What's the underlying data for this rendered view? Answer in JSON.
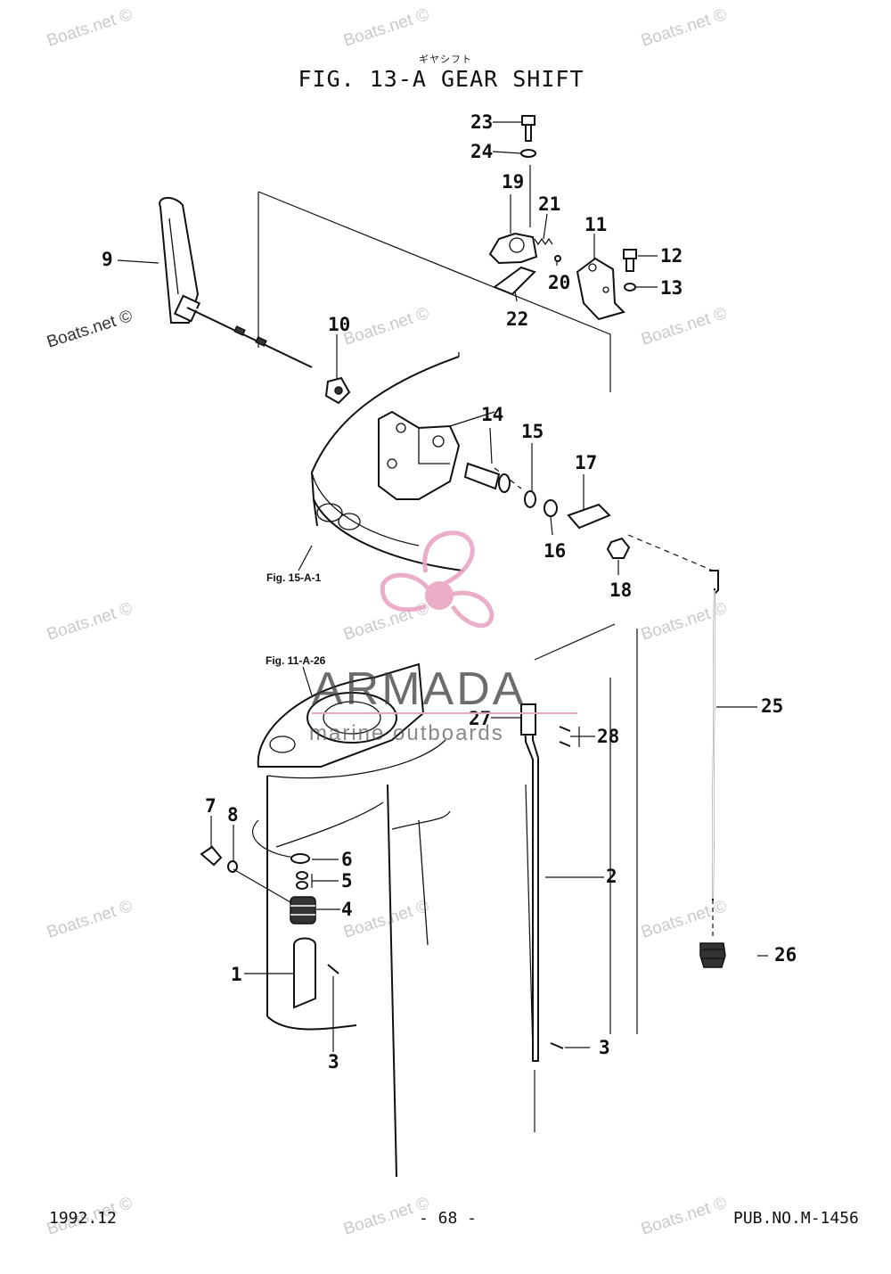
{
  "header": {
    "subtitle_jp": "ギヤシフト",
    "title": "FIG. 13-A GEAR SHIFT"
  },
  "callouts": {
    "c1": "1",
    "c2": "2",
    "c3a": "3",
    "c3b": "3",
    "c4": "4",
    "c5": "5",
    "c6": "6",
    "c7": "7",
    "c8": "8",
    "c9": "9",
    "c10": "10",
    "c11": "11",
    "c12": "12",
    "c13": "13",
    "c14": "14",
    "c15": "15",
    "c16": "16",
    "c17": "17",
    "c18": "18",
    "c19": "19",
    "c20": "20",
    "c21": "21",
    "c22": "22",
    "c23": "23",
    "c24": "24",
    "c25": "25",
    "c26": "26",
    "c27": "27",
    "c28": "28"
  },
  "figure_refs": {
    "fig15": "Fig. 15-A-1",
    "fig11": "Fig. 11-A-26"
  },
  "watermark": {
    "site": "Boats.net ©",
    "brand": "ARMADA",
    "brand_sub": "marine outboards",
    "brand_color": "#e8a6c4"
  },
  "footer": {
    "date": "1992.12",
    "page": "- 68 -",
    "pub": "PUB.NO.M-1456"
  }
}
